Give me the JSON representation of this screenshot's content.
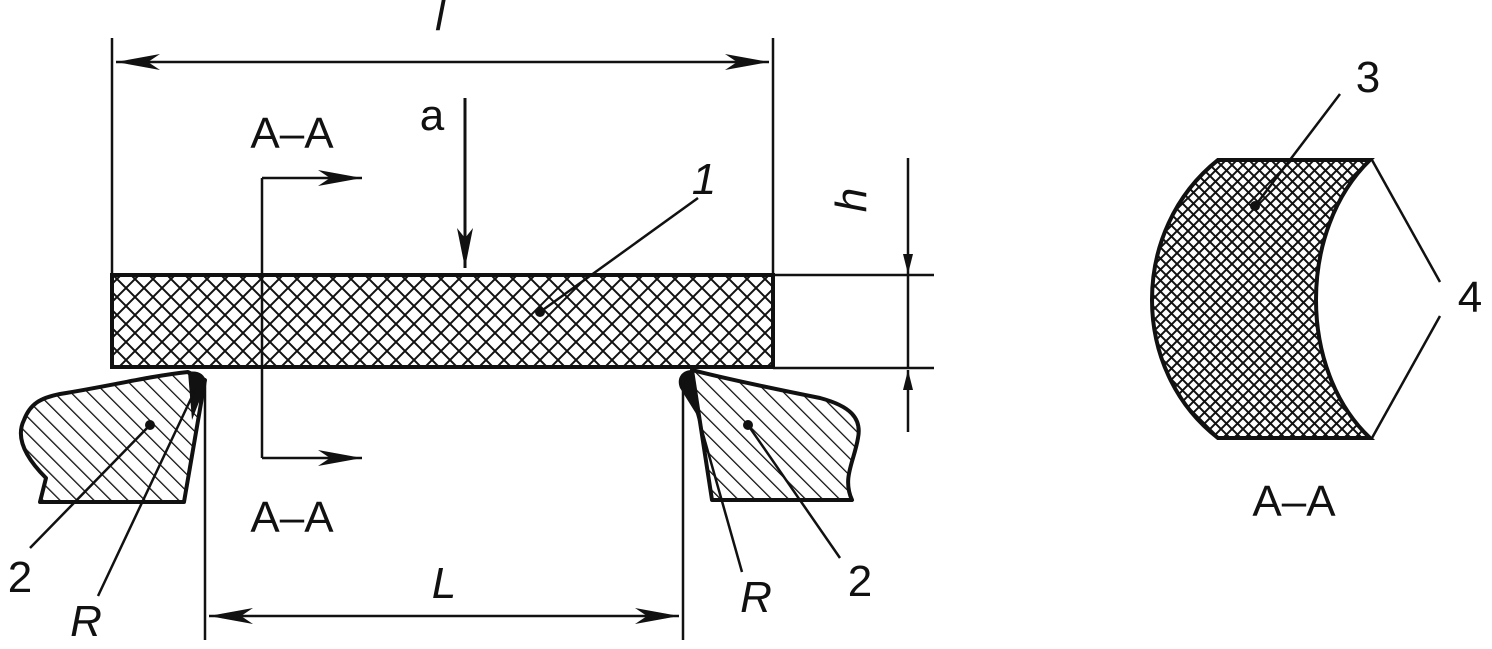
{
  "labels": {
    "span_l": "l",
    "section_top": "A–A",
    "load_a": "a",
    "part_1": "1",
    "height_h": "h",
    "section_bottom": "A–A",
    "span_L": "L",
    "support_left": "2",
    "radius_left": "R",
    "radius_right": "R",
    "support_right": "2",
    "part_3": "3",
    "part_4": "4",
    "section_view": "A–A"
  }
}
